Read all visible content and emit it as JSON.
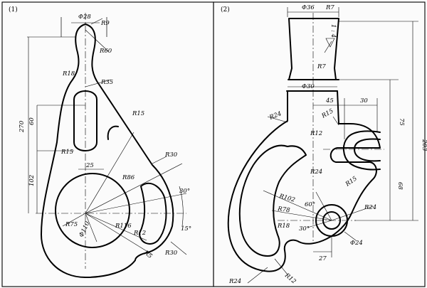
{
  "panel1": {
    "index": "(1)",
    "labels": {
      "d28": "Φ28",
      "r9": "R9",
      "r60": "R60",
      "r18": "R18",
      "r35": "R35",
      "r15a": "R15",
      "r15b": "R15",
      "h270": "270",
      "h60": "60",
      "h102": "102",
      "w25": "25",
      "r30a": "R30",
      "r86": "R86",
      "a30": "30°",
      "r75": "R75",
      "d110": "Φ110",
      "r116": "R116",
      "r12": "R12",
      "a15": "15°",
      "r5": "R5",
      "r30b": "R30"
    }
  },
  "panel2": {
    "index": "(2)",
    "labels": {
      "d36": "Φ36",
      "r7a": "R7",
      "taper": "1 : 4",
      "r7b": "R7",
      "d30": "Φ30",
      "r24a": "R24",
      "r15a": "R15",
      "w45": "45",
      "w30": "30",
      "h75": "75",
      "h203": "203",
      "r12a": "R12",
      "r24b": "R24",
      "r15b": "R15",
      "h68": "68",
      "r102": "R102",
      "a60": "60°",
      "r24c": "R24",
      "r78": "R78",
      "r18": "R18",
      "a30": "30°",
      "d24": "Φ24",
      "w27": "27",
      "r24d": "R24",
      "r12b": "R12"
    }
  }
}
